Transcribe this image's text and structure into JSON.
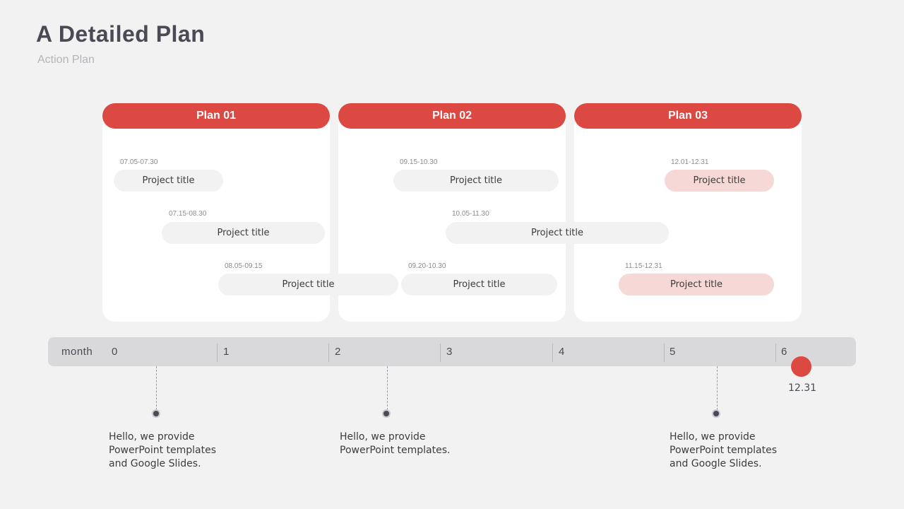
{
  "header": {
    "title": "A Detailed Plan",
    "subtitle": "Action Plan"
  },
  "plans": [
    "Plan 01",
    "Plan 02",
    "Plan 03"
  ],
  "tasks": [
    {
      "date": "07.05-07.30",
      "label": "Project title"
    },
    {
      "date": "07.15-08.30",
      "label": "Project title"
    },
    {
      "date": "08.05-09.15",
      "label": "Project title"
    },
    {
      "date": "09.15-10.30",
      "label": "Project title"
    },
    {
      "date": "10.05-11.30",
      "label": "Project title"
    },
    {
      "date": "09.20-10.30",
      "label": "Project title"
    },
    {
      "date": "12.01-12.31",
      "label": "Project title"
    },
    {
      "date": "11.15-12.31",
      "label": "Project title"
    }
  ],
  "timeline": {
    "label": "month",
    "ticks": [
      "0",
      "1",
      "2",
      "3",
      "4",
      "5",
      "6"
    ],
    "end_label": "12.31"
  },
  "notes": [
    "Hello, we provide\nPowerPoint templates\nand Google Slides.",
    "Hello, we provide\nPowerPoint templates.",
    "Hello, we provide\nPowerPoint templates\nand Google Slides."
  ],
  "colors": {
    "accent": "#dc4842",
    "highlight": "#f6d8d6",
    "pill": "#f2f2f2",
    "bar": "#d9d9dc"
  }
}
